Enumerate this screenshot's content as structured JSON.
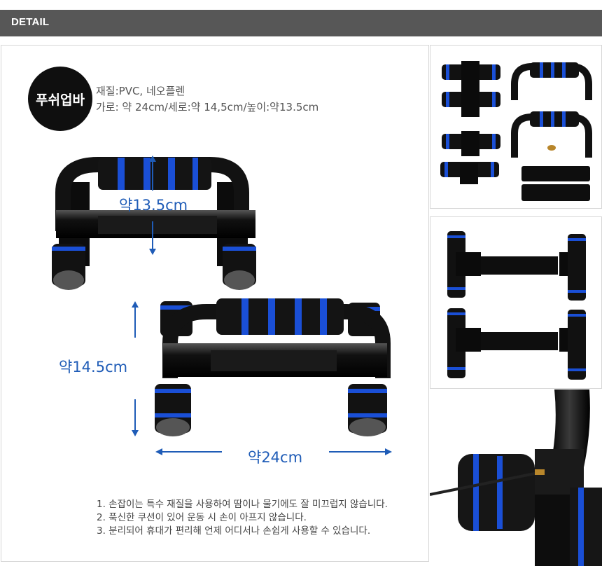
{
  "header": {
    "title": "DETAIL"
  },
  "product": {
    "badge": "푸쉬업바",
    "material": "재질:PVC, 네오플렌",
    "size": "가로: 약 24cm/세로:약 14,5cm/높이:약13.5cm"
  },
  "dimensions": {
    "height": "약13.5cm",
    "depth": "약14.5cm",
    "width": "약24cm"
  },
  "notes": [
    "1. 손잡이는 특수 재질을 사용하여 땀이나 물기에도 잘 미끄럽지 않습니다.",
    "2. 푹신한 쿠션이 있어 운동 시 손이 아프지 않습니다.",
    "3. 분리되어 휴대가 편리해 언제 어디서나 손쉽게 사용할 수 있습니다."
  ],
  "colors": {
    "accent": "#1f5cb7",
    "header": "#575757",
    "foam_blue": "#1a4fd6"
  }
}
